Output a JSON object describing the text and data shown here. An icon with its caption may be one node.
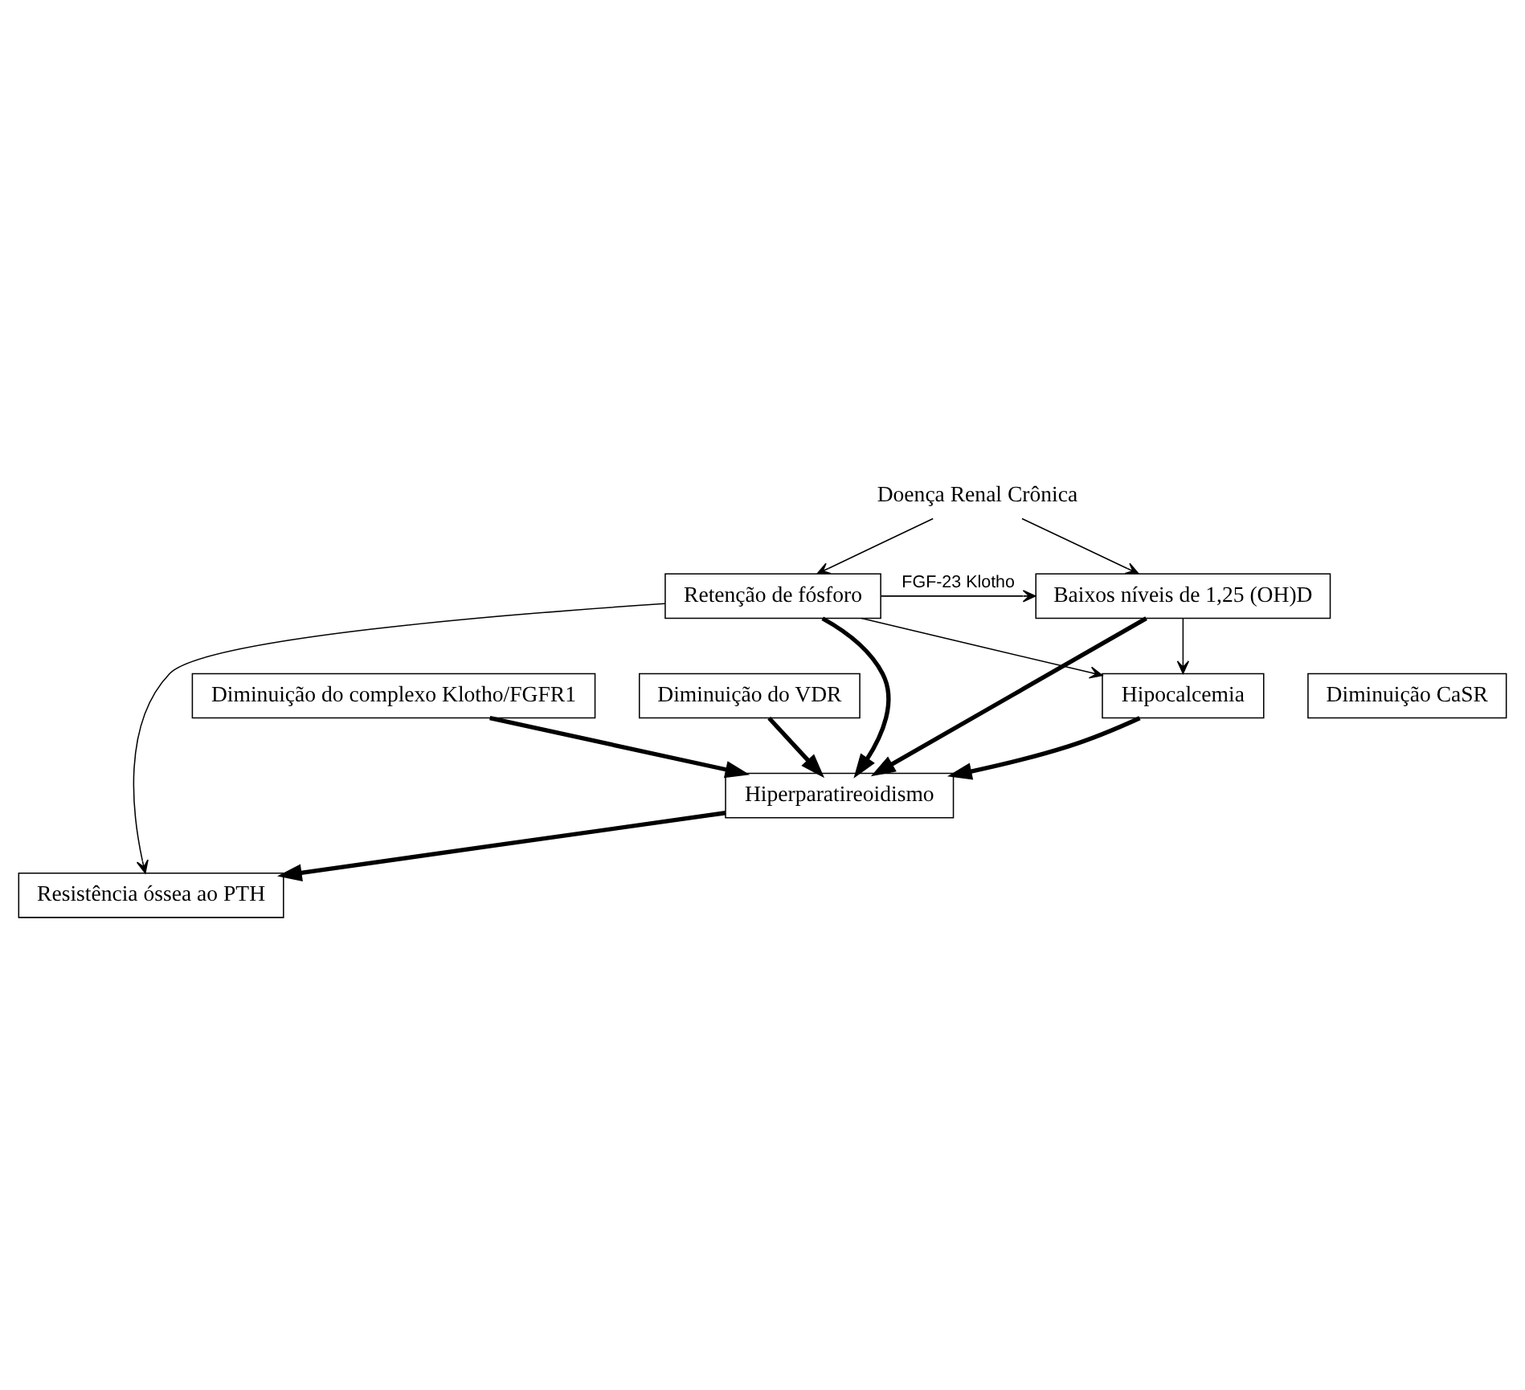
{
  "diagram": {
    "nodes": [
      {
        "text": [
          "Doença Renal Crônica"
        ]
      },
      {
        "text": [
          "Retenção de fósforo"
        ]
      },
      {
        "text": [
          "Baixos níveis de 1,25 (OH)D"
        ]
      },
      {
        "text": [
          "Resistência óssea ao PTH"
        ]
      },
      {
        "text": [
          "Hipocalcemia"
        ]
      },
      {
        "text": [
          "Hiperparatireoidismo"
        ]
      },
      {
        "text": [
          "Diminuição CaSR"
        ]
      },
      {
        "text": [
          "Diminuição do complexo Klotho/FGFR1"
        ]
      },
      {
        "text": [
          "Diminuição do VDR"
        ]
      }
    ],
    "edges": [
      {
        "from": 0,
        "to": 1,
        "arrow": "to"
      },
      {
        "from": 0,
        "to": 2,
        "arrow": "to"
      },
      {
        "from": 1,
        "to": 2,
        "arrow": "to",
        "label": "FGF-23 Klotho"
      },
      {
        "from": 1,
        "to": 3,
        "arrow": "to"
      },
      {
        "from": 1,
        "to": 4,
        "arrow": "to"
      },
      {
        "from": 2,
        "to": 4,
        "arrow": "to"
      },
      {
        "from": 4,
        "to": 5,
        "arrow": "to",
        "style": "thick"
      },
      {
        "from": 5,
        "to": 3,
        "arrow": "to",
        "style": "thick"
      },
      {
        "from": 1,
        "to": 5,
        "arrow": "to",
        "style": "thick"
      },
      {
        "from": 2,
        "to": 5,
        "arrow": "to",
        "style": "thick"
      },
      {
        "from": 7,
        "to": 5,
        "arrow": "to",
        "style": "thick"
      },
      {
        "from": 8,
        "to": 5,
        "arrow": "to",
        "style": "thick"
      }
    ]
  }
}
